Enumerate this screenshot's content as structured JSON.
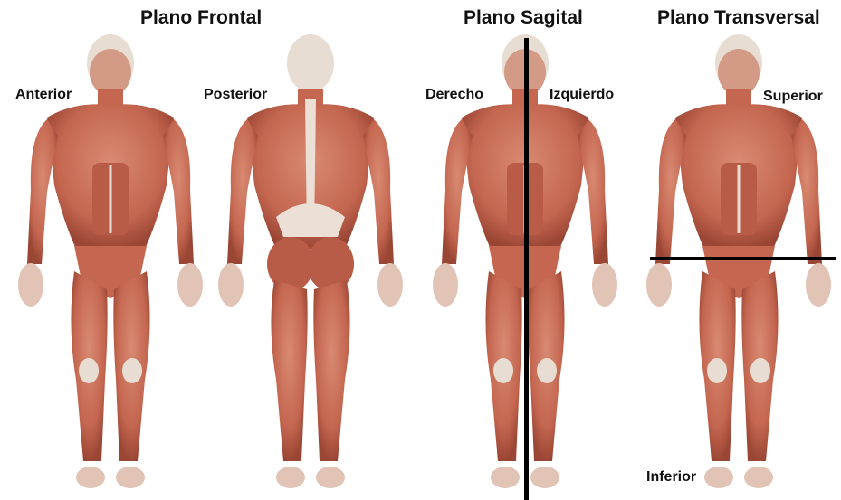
{
  "titles": {
    "frontal": "Plano Frontal",
    "sagital": "Plano Sagital",
    "transversal": "Plano Transversal"
  },
  "labels": {
    "anterior": "Anterior",
    "posterior": "Posterior",
    "derecho": "Derecho",
    "izquierdo": "Izquierdo",
    "superior": "Superior",
    "inferior": "Inferior"
  },
  "colors": {
    "muscle": "#c9705a",
    "muscle_dark": "#a4503e",
    "tendon": "#e9dcd2",
    "plane_line": "#000000"
  },
  "figures": [
    {
      "view": "front"
    },
    {
      "view": "back"
    },
    {
      "view": "front"
    },
    {
      "view": "front"
    }
  ]
}
